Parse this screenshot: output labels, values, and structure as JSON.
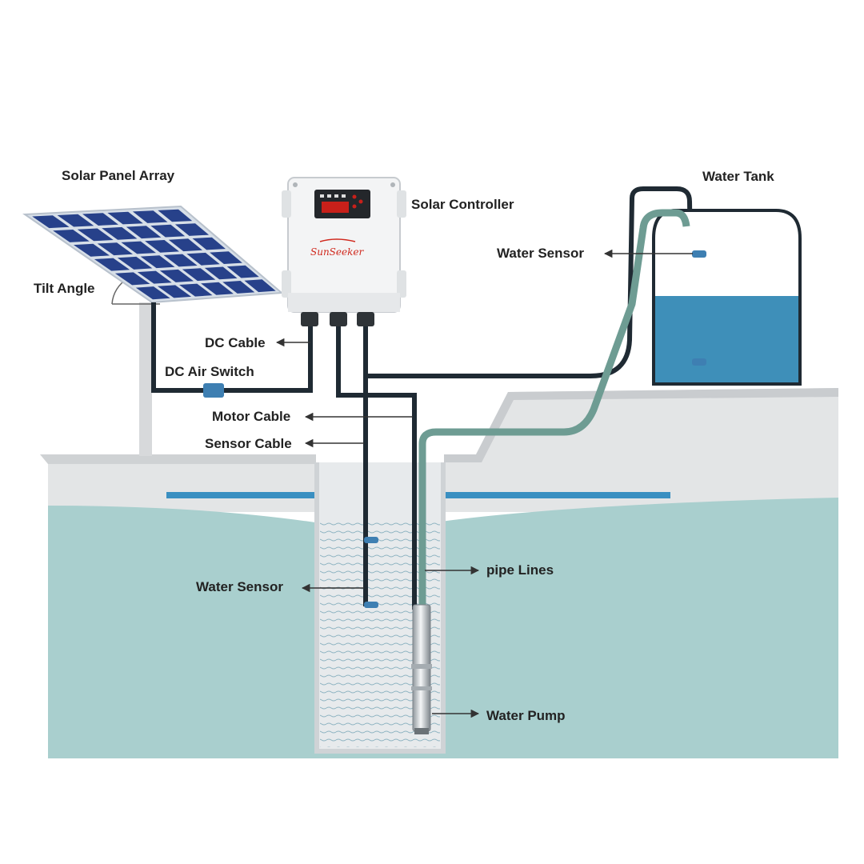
{
  "labels": {
    "solar_panel_array": "Solar Panel Array",
    "solar_controller": "Solar Controller",
    "water_tank": "Water Tank",
    "tank_water_sensor": "Water Sensor",
    "tilt_angle": "Tilt Angle",
    "dc_cable": "DC Cable",
    "dc_air_switch": "DC Air Switch",
    "motor_cable": "Motor Cable",
    "sensor_cable": "Sensor Cable",
    "well_water_sensor": "Water Sensor",
    "pipe_lines": "pipe Lines",
    "water_pump": "Water Pump"
  },
  "controller": {
    "brand": "SunSeeker"
  },
  "colors": {
    "panel_frame": "#d7dfe8",
    "panel_cell": "#27418a",
    "ground": "#e3e5e6",
    "groundwater": "#a9cfce",
    "tank_water": "#3e8fb9",
    "pipe": "#6e9c93",
    "cable": "#1f2a33",
    "display": "#c8201a"
  }
}
